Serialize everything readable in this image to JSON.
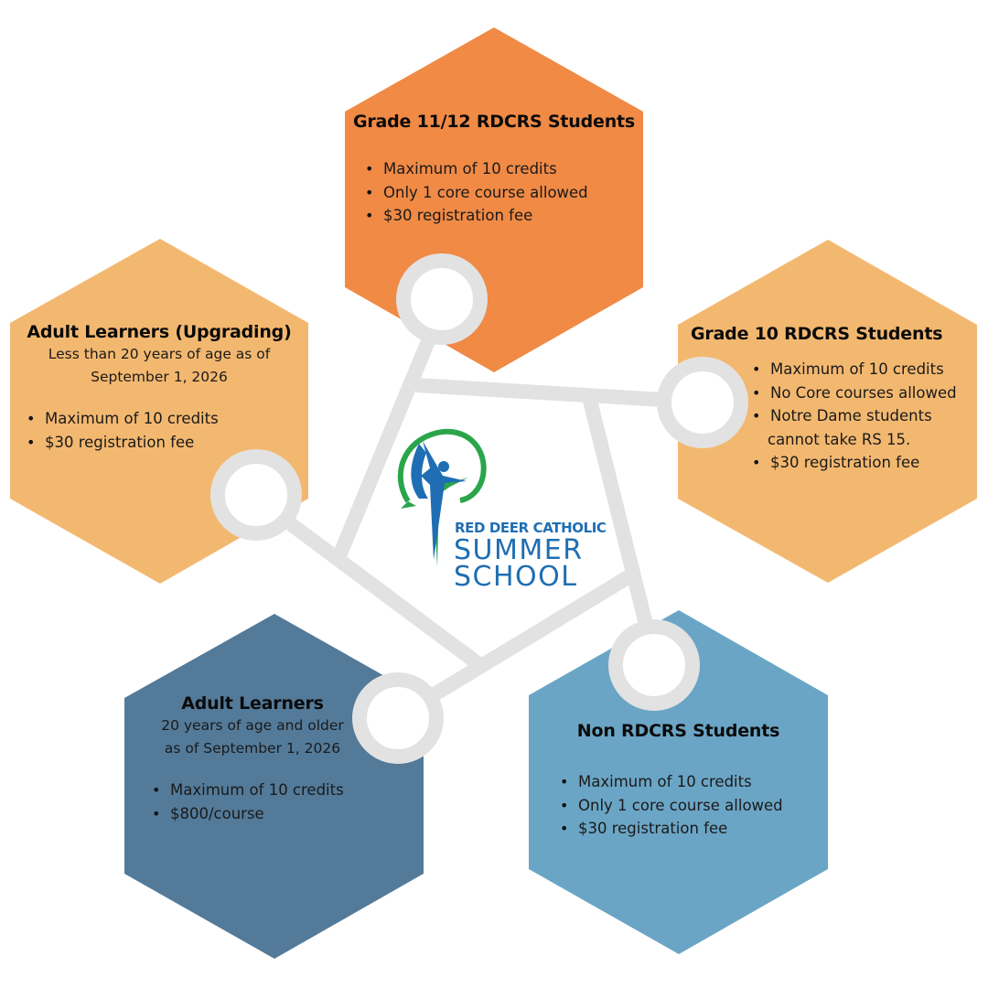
{
  "colors": {
    "orange": "#F08A45",
    "light_orange": "#F3B870",
    "dark_blue": "#537A99",
    "light_blue": "#6BA5C5",
    "connector_gray": "#E2E2E2",
    "logo_blue": "#1F6EB3",
    "logo_green": "#2BA54A"
  },
  "logo": {
    "line1": "RED DEER CATHOLIC",
    "line2": "SUMMER",
    "line3": "SCHOOL"
  },
  "groups": [
    {
      "id": "grade-11-12",
      "title": "Grade 11/12 RDCRS Students",
      "subtitle": "",
      "bullets": [
        "Maximum of 10 credits",
        "Only 1 core course allowed",
        "$30 registration fee"
      ]
    },
    {
      "id": "adult-upgrading",
      "title": "Adult Learners (Upgrading)",
      "subtitle_lines": [
        "Less than 20 years of age as of",
        "September 1, 2026"
      ],
      "bullets": [
        "Maximum of 10 credits",
        "$30 registration fee"
      ]
    },
    {
      "id": "grade-10",
      "title": "Grade 10 RDCRS Students",
      "bullets": [
        "Maximum of 10 credits",
        "No Core courses allowed",
        "Notre Dame students",
        "cannot take RS 15.",
        "$30 registration fee"
      ]
    },
    {
      "id": "adult-learners",
      "title": "Adult Learners",
      "subtitle_lines": [
        "20 years of age and older",
        "as of September 1, 2026"
      ],
      "bullets": [
        "Maximum of 10 credits",
        "$800/course"
      ]
    },
    {
      "id": "non-rdcrs",
      "title": "Non RDCRS Students",
      "bullets": [
        "Maximum of 10 credits",
        "Only 1 core course allowed",
        "$30 registration fee"
      ]
    }
  ]
}
